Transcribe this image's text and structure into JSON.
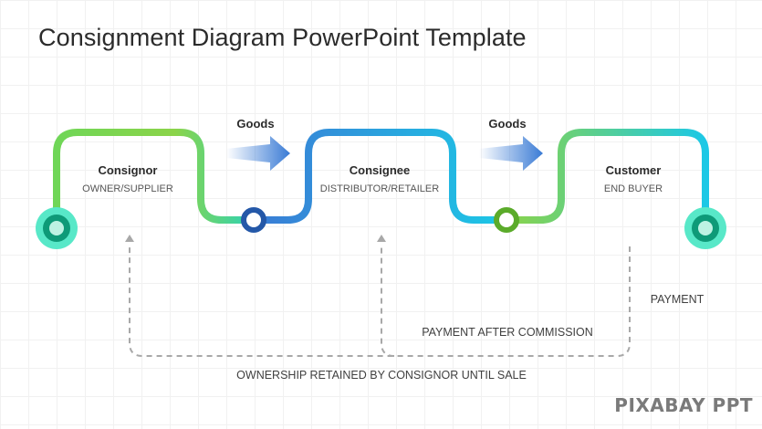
{
  "title": "Consignment Diagram PowerPoint Template",
  "nodes": [
    {
      "name": "Consignor",
      "role": "OWNER/SUPPLIER"
    },
    {
      "name": "Consignee",
      "role": "DISTRIBUTOR/RETAILER"
    },
    {
      "name": "Customer",
      "role": "END BUYER"
    }
  ],
  "flows": [
    {
      "label": "Goods"
    },
    {
      "label": "Goods"
    }
  ],
  "returns": {
    "payment": "PAYMENT",
    "payment_after_commission": "PAYMENT AFTER COMMISSION",
    "ownership": "OWNERSHIP RETAINED BY CONSIGNOR UNTIL SALE"
  },
  "watermark": "PIXABAY PPT",
  "colors": {
    "green": "#8bd449",
    "teal": "#2ed3b4",
    "blue": "#3a7bd5",
    "cyan": "#1cc8e6",
    "dark_blue": "#2458a8",
    "dark_green": "#5bab2a",
    "dashed": "#a8a8a8"
  }
}
